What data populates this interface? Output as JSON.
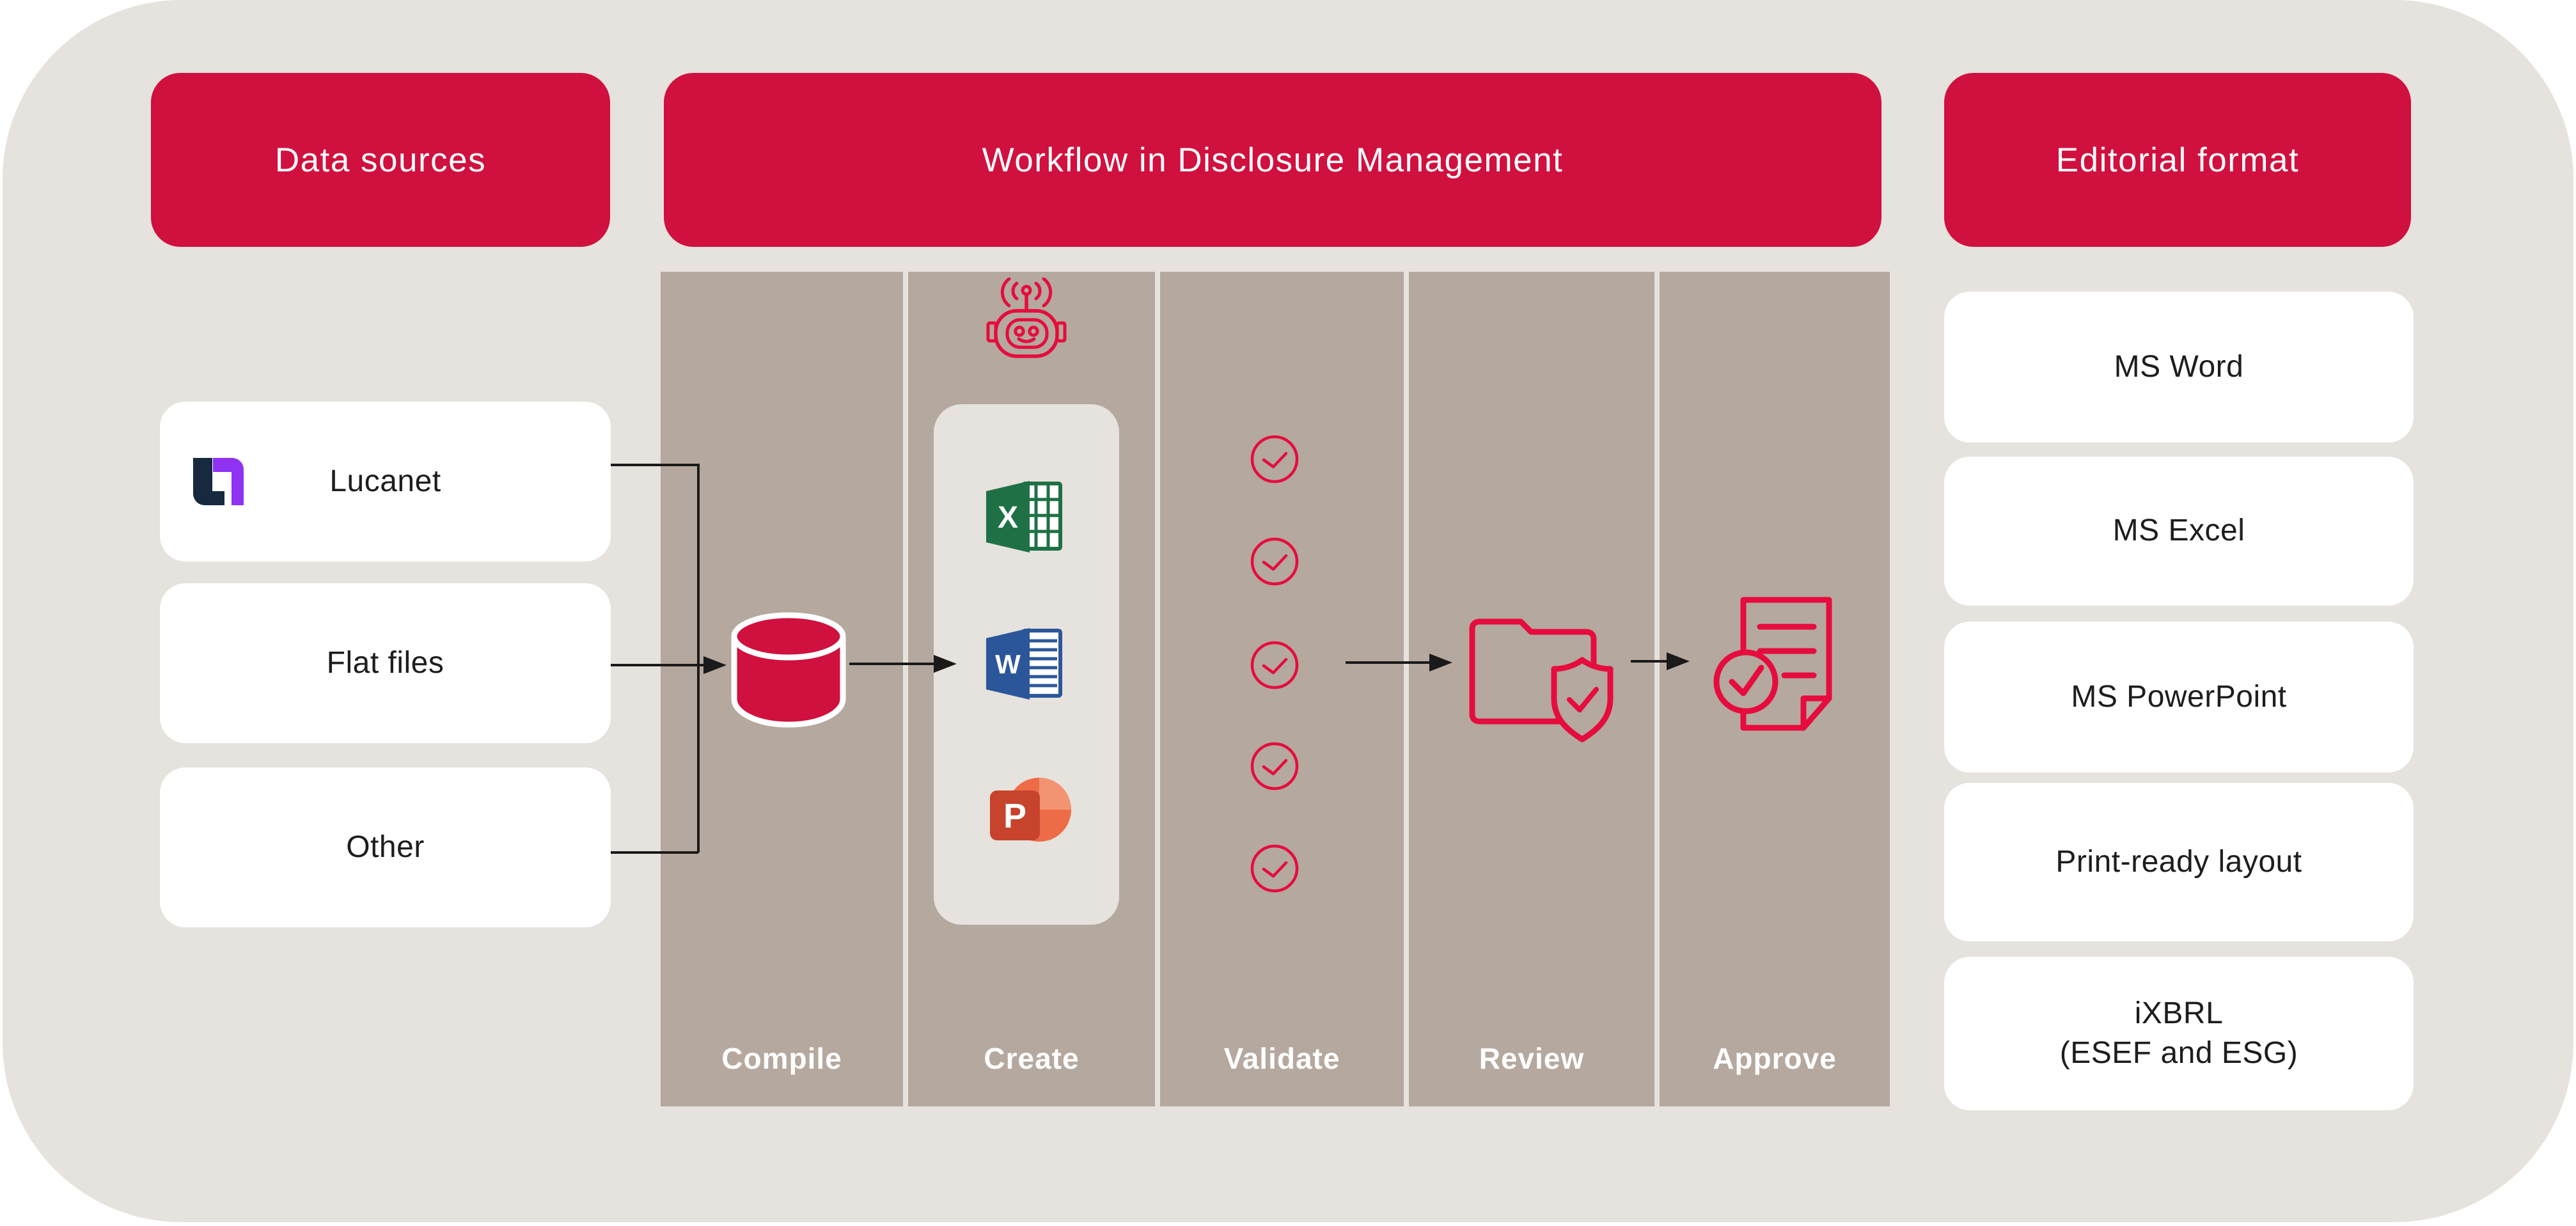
{
  "diagram_title": "Workflow in Disclosure Management",
  "colors": {
    "page_background": "#ffffff",
    "canvas_gray": "#e6e2dd",
    "brand_red": "#d0103e",
    "icon_red": "#e60c3d",
    "column_taupe": "#b5a89e",
    "card_white": "#ffffff",
    "text_dark": "#1d1d1b",
    "connector_black": "#1a1a1a",
    "lucanet_navy": "#16293e",
    "lucanet_purple": "#8f32f2",
    "excel_green": "#1f7145",
    "word_blue": "#2b579a",
    "powerpoint_dark": "#c8432c",
    "powerpoint_orange": "#ed6c47"
  },
  "headers": {
    "data_sources": "Data sources",
    "workflow": "Workflow in Disclosure Management",
    "editorial": "Editorial format"
  },
  "data_sources": {
    "items": [
      {
        "label": "Lucanet",
        "icon": "lucanet-logo"
      },
      {
        "label": "Flat files",
        "icon": ""
      },
      {
        "label": "Other",
        "icon": ""
      }
    ]
  },
  "workflow": {
    "steps": [
      {
        "label": "Compile",
        "icon": "database-icon"
      },
      {
        "label": "Create",
        "icon": "robot-icon, excel-icon, word-icon, powerpoint-icon"
      },
      {
        "label": "Validate",
        "icon": "check-circle-icon x5"
      },
      {
        "label": "Review",
        "icon": "folder-shield-icon"
      },
      {
        "label": "Approve",
        "icon": "document-approved-icon"
      }
    ],
    "validate_check_count": 5
  },
  "editorial": {
    "items": [
      {
        "label": "MS Word"
      },
      {
        "label": "MS Excel"
      },
      {
        "label": "MS PowerPoint"
      },
      {
        "label": "Print-ready layout"
      },
      {
        "label": "iXBRL",
        "label_line2": "(ESEF and ESG)"
      }
    ]
  }
}
